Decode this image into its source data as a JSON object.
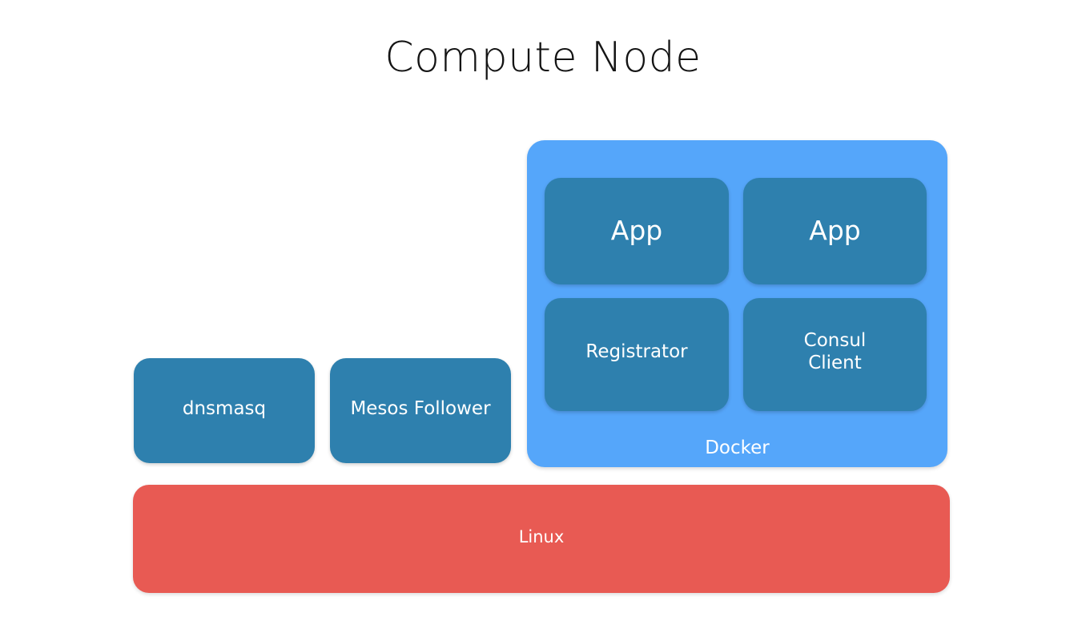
{
  "page": {
    "title": "Compute Node",
    "background_color": "#ffffff"
  },
  "colors": {
    "docker_group": "#55a6fa",
    "service_box": "#2e80ae",
    "os_bar": "#e85a53",
    "label_text": "#ffffff",
    "title_text": "#141414"
  },
  "diagram": {
    "type": "block-architecture",
    "standalone_services": [
      {
        "label": "dnsmasq"
      },
      {
        "label": "Mesos Follower"
      }
    ],
    "docker": {
      "label": "Docker",
      "containers": [
        {
          "label": "App"
        },
        {
          "label": "App"
        },
        {
          "label": "Registrator"
        },
        {
          "label": "Consul",
          "label_line2": "Client"
        }
      ]
    },
    "os": {
      "label": "Linux"
    }
  }
}
